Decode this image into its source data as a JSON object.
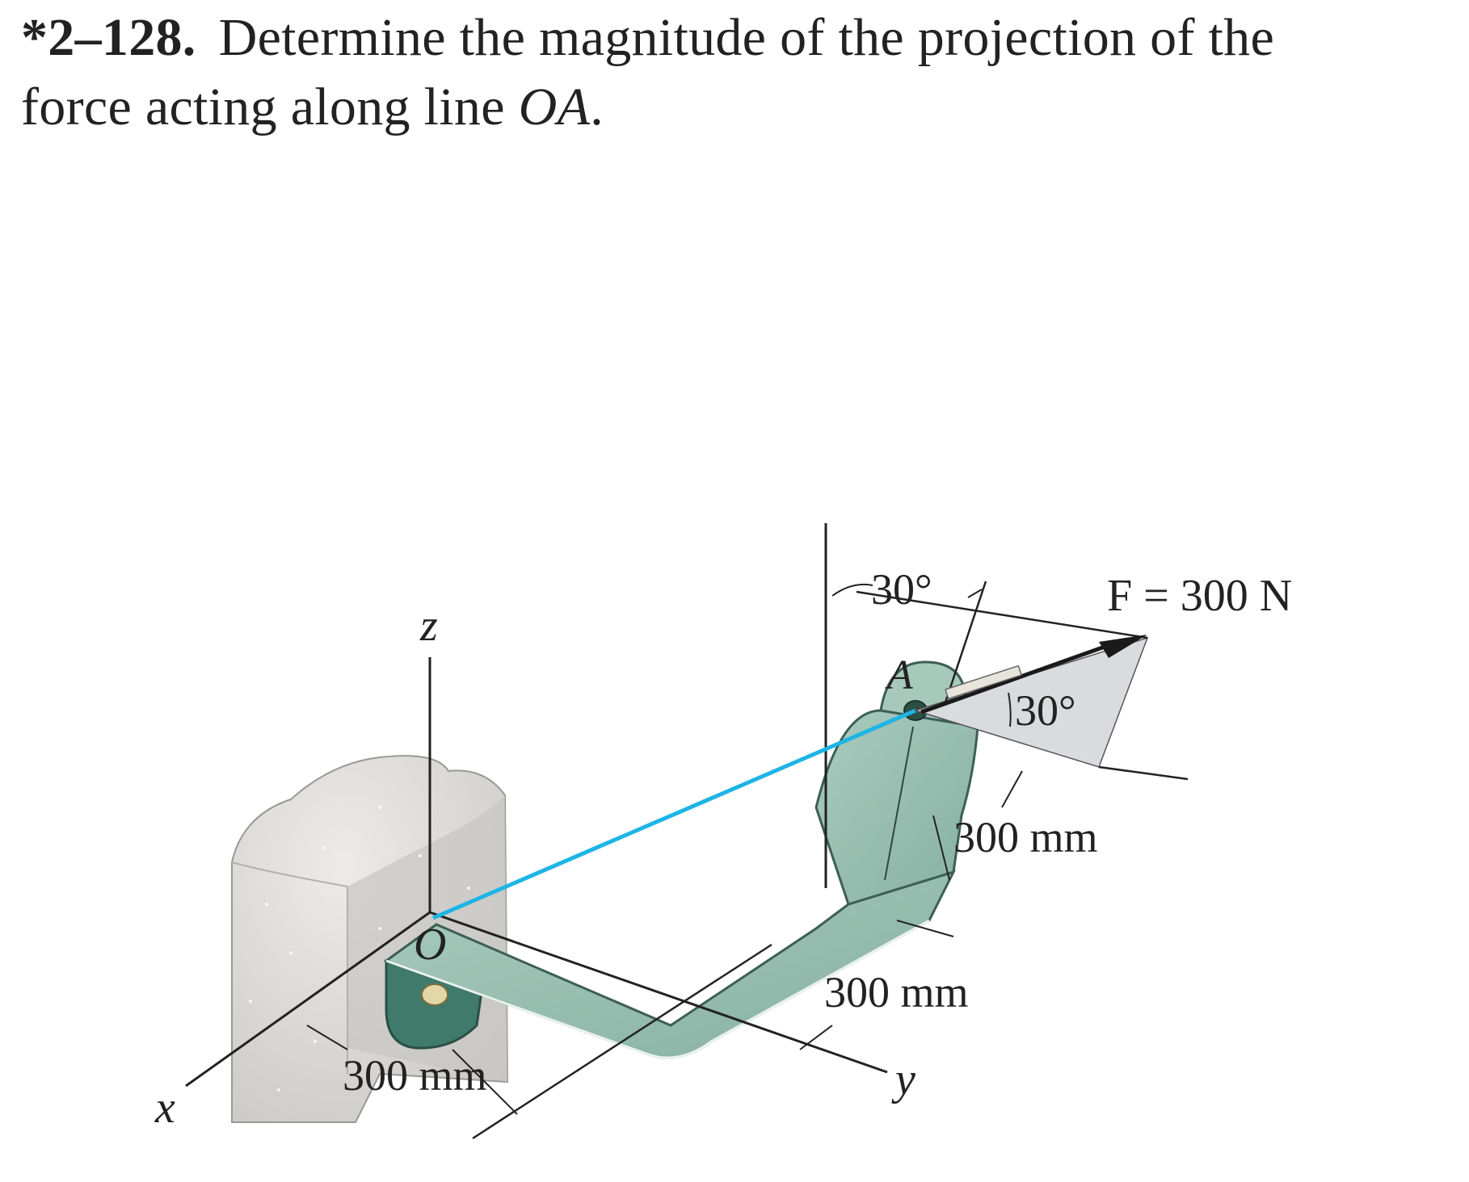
{
  "problem": {
    "number": "*2–128.",
    "text_line1": "Determine the magnitude of the projection of the",
    "text_line2_prefix": "force acting along line ",
    "text_line2_var": "OA",
    "text_line2_suffix": "."
  },
  "figure": {
    "axis_z": "z",
    "axis_x": "x",
    "axis_y": "y",
    "point_O": "O",
    "point_A": "A",
    "angle_top": "30°",
    "angle_side": "30°",
    "force_label": "F = 300 N",
    "dim_vertical": "300 mm",
    "dim_middle": "300 mm",
    "dim_bottom": "300 mm"
  },
  "colors": {
    "bracket_fill": "#93bcae",
    "bracket_edge": "#3d5f55",
    "projection_line": "#1eb4e6",
    "wall_fill": "#dcdad7",
    "plane_fill": "#dadbde"
  }
}
